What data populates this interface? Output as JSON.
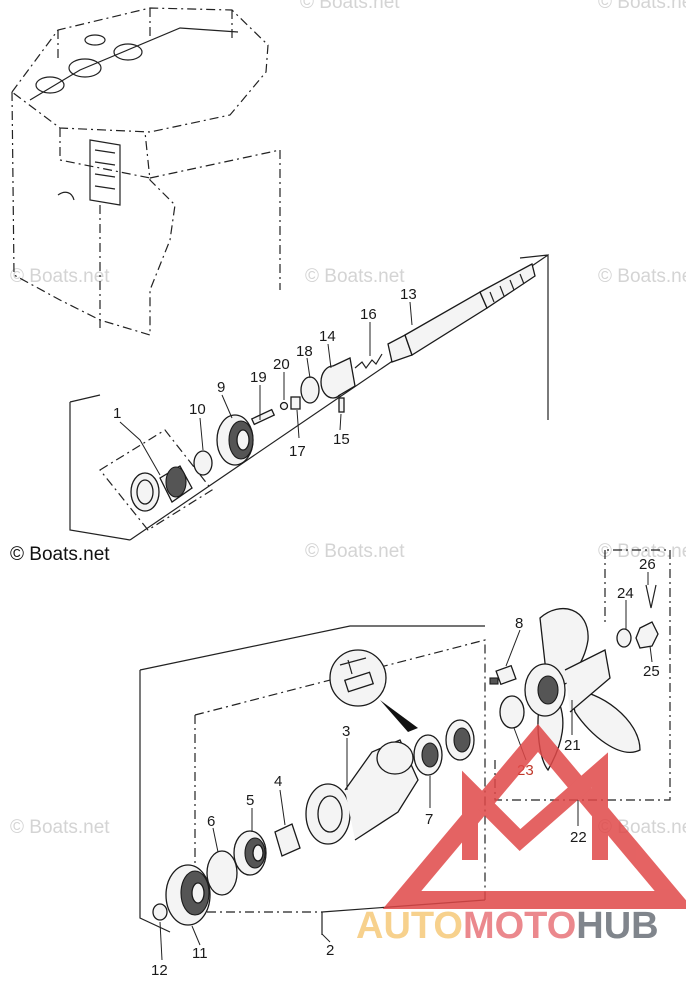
{
  "watermark": "© Boats.net",
  "callouts": [
    "1",
    "2",
    "3",
    "4",
    "5",
    "6",
    "7",
    "8",
    "9",
    "10",
    "11",
    "12",
    "13",
    "14",
    "15",
    "16",
    "17",
    "18",
    "19",
    "20",
    "21",
    "22",
    "23",
    "24",
    "25",
    "26"
  ],
  "logo_text": {
    "part_a": "AUTO",
    "part_b": "MOTO",
    "part_c": "HUB"
  },
  "colors": {
    "line": "#1a1a1a",
    "watermark": "#d4d4d4",
    "logo_red": "#e04848",
    "logo_gold": "#f6c97a",
    "logo_gray": "#6b7078"
  }
}
